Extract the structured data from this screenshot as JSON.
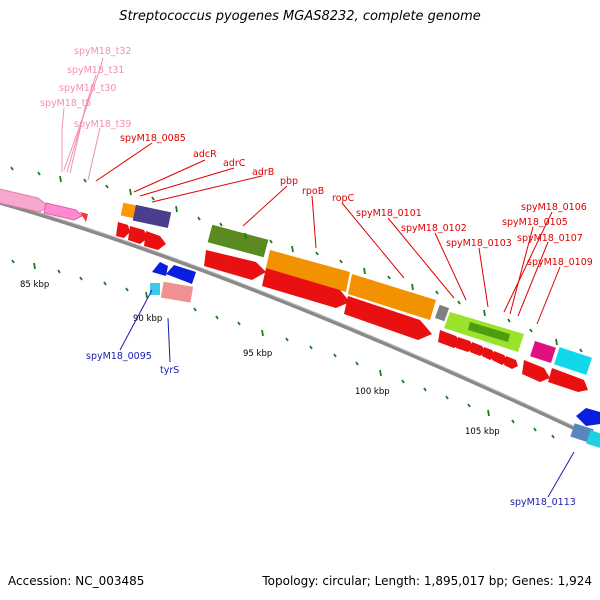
{
  "title": "Streptococcus pyogenes MGAS8232, complete genome",
  "footer": {
    "accession": "Accession: NC_003485",
    "summary": "Topology: circular; Length: 1,895,017 bp; Genes: 1,924"
  },
  "scale_labels": [
    "85 kbp",
    "90 kbp",
    "95 kbp",
    "100 kbp",
    "105 kbp"
  ],
  "labels_pink": [
    "spyM18_t32",
    "spyM18_t31",
    "spyM18_t30",
    "spyM18_t5",
    "spyM18_t39"
  ],
  "labels_red": [
    "spyM18_0085",
    "adcR",
    "adrC",
    "adrB",
    "pbp",
    "rpoB",
    "ropC",
    "spyM18_0101",
    "spyM18_0102",
    "spyM18_0103",
    "spyM18_0106",
    "spyM18_0105",
    "spyM18_0107",
    "spyM18_0109"
  ],
  "labels_blue": [
    "spyM18_0095",
    "tyrS",
    "spyM18_0113"
  ],
  "colors": {
    "backbone": "#8c8c8c",
    "tick": "#2e7d32",
    "cds_forward": "#e81010",
    "cds_reverse": "#0a1ee0",
    "tRNA": "#ff88cc",
    "label_pink": "#f48fb1",
    "label_red": "#e00000",
    "label_blue": "#1b1bb0"
  }
}
